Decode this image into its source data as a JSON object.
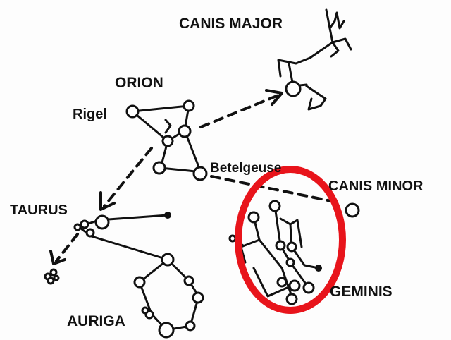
{
  "labels": {
    "canis_major": "CANIS MAJOR",
    "orion": "ORION",
    "rigel": "Rigel",
    "betelgeuse": "Betelgeuse",
    "canis_minor": "CANIS MINOR",
    "taurus": "TAURUS",
    "auriga": "AURIGA",
    "geminis": "GEMINIS"
  },
  "highlight": {
    "target": "GEMINIS",
    "color": "#e8141b"
  }
}
